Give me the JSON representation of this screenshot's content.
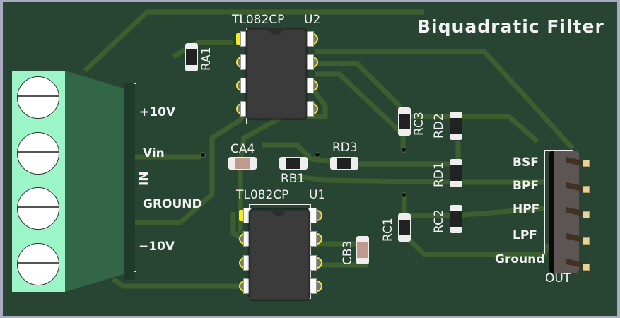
{
  "board": {
    "title": "Biquadratic Filter",
    "colors": {
      "soldermask": "#284534",
      "trace": "#3d5e2f",
      "silkscreen": "#f2f2f2",
      "pad": "#f6ea20"
    }
  },
  "input_connector": {
    "ref": "IN",
    "pins": [
      "+10V",
      "Vin",
      "GROUND",
      "−10V"
    ]
  },
  "output_connector": {
    "ref": "OUT",
    "pins": [
      "BSF",
      "BPF",
      "HPF",
      "LPF",
      "Ground"
    ]
  },
  "ics": [
    {
      "ref": "U2",
      "value": "TL082CP"
    },
    {
      "ref": "U1",
      "value": "TL082CP"
    }
  ],
  "passives": {
    "RA1": "RA1",
    "CA4": "CA4",
    "RB1": "RB1",
    "RD3": "RD3",
    "RC3": "RC3",
    "RD2": "RD2",
    "RD1": "RD1",
    "RC2": "RC2",
    "RC1": "RC1",
    "CB3": "CB3"
  }
}
